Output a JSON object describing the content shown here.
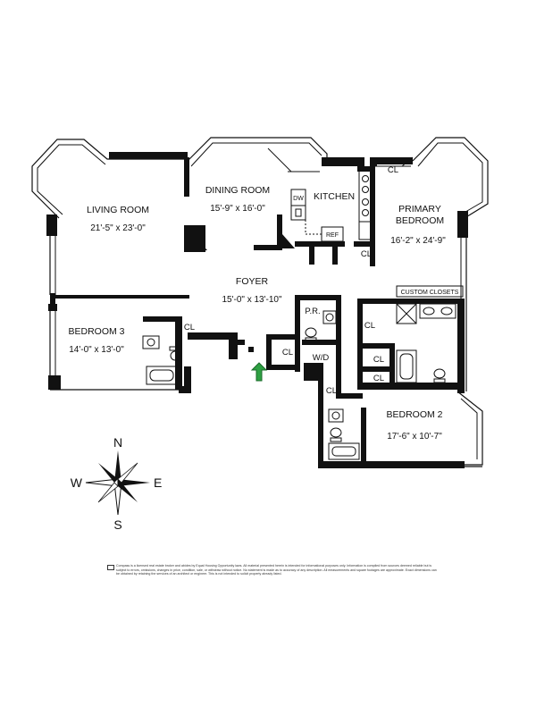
{
  "rooms": {
    "living": {
      "name": "LIVING ROOM",
      "dims": "21'-5\" x 23'-0\""
    },
    "dining": {
      "name": "DINING ROOM",
      "dims": "15'-9\" x 16'-0\""
    },
    "kitchen": {
      "name": "KITCHEN"
    },
    "primary": {
      "name_line1": "PRIMARY",
      "name_line2": "BEDROOM",
      "dims": "16'-2\" x 24'-9\""
    },
    "foyer": {
      "name": "FOYER",
      "dims": "15'-0\" x 13'-10\""
    },
    "bedroom3": {
      "name": "BEDROOM 3",
      "dims": "14'-0\" x 13'-0\""
    },
    "bedroom2": {
      "name": "BEDROOM 2",
      "dims": "17'-6\" x 10'-7\""
    },
    "powder": {
      "name": "P.R."
    },
    "laundry": {
      "name": "W/D"
    }
  },
  "labels": {
    "closet": "CL",
    "custom_closets": "CUSTOM CLOSETS",
    "dishwasher": "DW",
    "refrigerator": "REF"
  },
  "compass": {
    "n": "N",
    "s": "S",
    "e": "E",
    "w": "W"
  },
  "colors": {
    "walls": "#111111",
    "entry_arrow": "#2ea043"
  },
  "disclaimer": "Compass is a licensed real estate broker and abides by Equal Housing Opportunity laws. All material presented herein is intended for informational purposes only. Information is compiled from sources deemed reliable but is subject to errors, omissions, changes in price, condition, sale, or withdraw without notice. No statement is made as to accuracy of any description. All measurements and square footages are approximate. Exact dimensions can be obtained by retaining the services of an architect or engineer. This is not intended to solicit property already listed."
}
